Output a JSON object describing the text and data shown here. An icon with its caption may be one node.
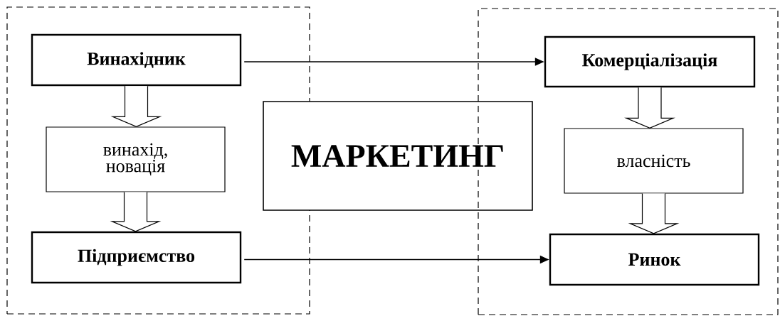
{
  "diagram": {
    "nodes": [
      {
        "text": [],
        "shape": "box"
      },
      {
        "text": [
          "Винахідник"
        ],
        "in": 0
      },
      {
        "text": [
          "винахід, новація"
        ],
        "in": 0
      },
      {
        "text": [
          "Підприємство"
        ],
        "in": 0
      },
      {
        "text": [
          "МАРКЕТИНГ"
        ]
      },
      {
        "text": [],
        "shape": "box"
      },
      {
        "text": [
          "Комерціалізація"
        ],
        "in": 5
      },
      {
        "text": [
          "власність"
        ],
        "in": 5
      },
      {
        "text": [
          "Ринок"
        ],
        "in": 5
      }
    ],
    "edges": [
      {
        "from": 1,
        "to": 6,
        "arrow": "to"
      },
      {
        "from": 3,
        "to": 8,
        "arrow": "to"
      },
      {
        "from": 1,
        "to": 2,
        "arrow": "to",
        "style": "thick"
      },
      {
        "from": 2,
        "to": 3,
        "arrow": "to",
        "style": "thick"
      },
      {
        "from": 6,
        "to": 7,
        "arrow": "to",
        "style": "thick"
      },
      {
        "from": 7,
        "to": 8,
        "arrow": "to",
        "style": "thick"
      }
    ]
  }
}
